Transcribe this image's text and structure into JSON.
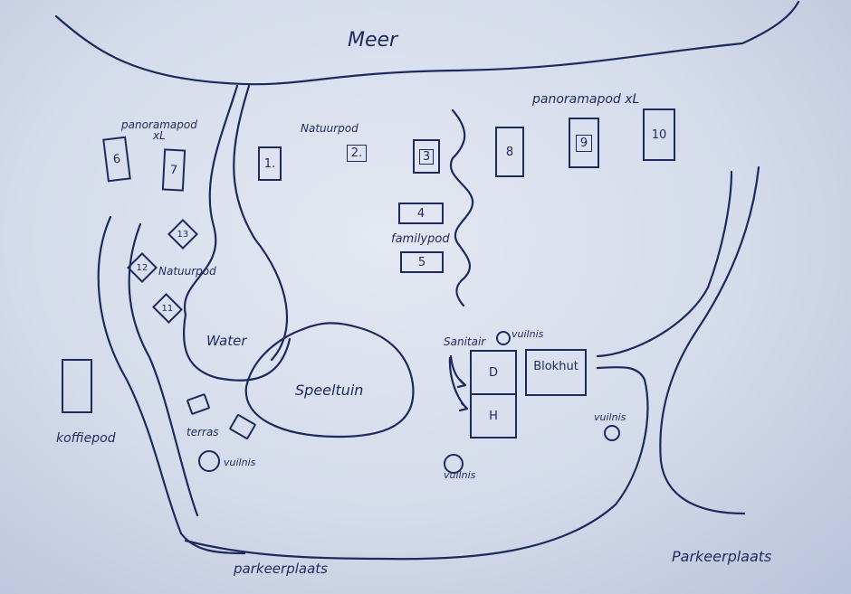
{
  "areas": {
    "lake": "Meer",
    "water": "Water",
    "playground": "Speeltuin",
    "cabin": "Blokhut",
    "terrace": "terras",
    "sanitary": "Sanitair",
    "sanitary_women": "D",
    "sanitary_men": "H",
    "coffee_pod": "koffiepod",
    "parking_bottom": "parkeerplaats",
    "parking_right": "Parkeerplaats"
  },
  "groups": {
    "panorama_left": "panoramapod\nxL",
    "panorama_right": "panoramapod xL",
    "nature_top": "Natuurpod",
    "nature_left": "Natuurpod",
    "family": "familypod"
  },
  "pods": {
    "p1": "1.",
    "p2": "2.",
    "p3": "3",
    "p4": "4",
    "p5": "5",
    "p6": "6",
    "p7": "7",
    "p8": "8",
    "p9": "9",
    "p10": "10",
    "p11": "11",
    "p12": "12",
    "p13": "13"
  },
  "bins": {
    "label_sanitary": "vuilnis",
    "label_right": "vuilnis",
    "label_center": "vuilnis",
    "label_terrace": "vuilnis"
  },
  "colors": {
    "ink": "#1d2a5e",
    "paper": "#dfe4f0"
  }
}
